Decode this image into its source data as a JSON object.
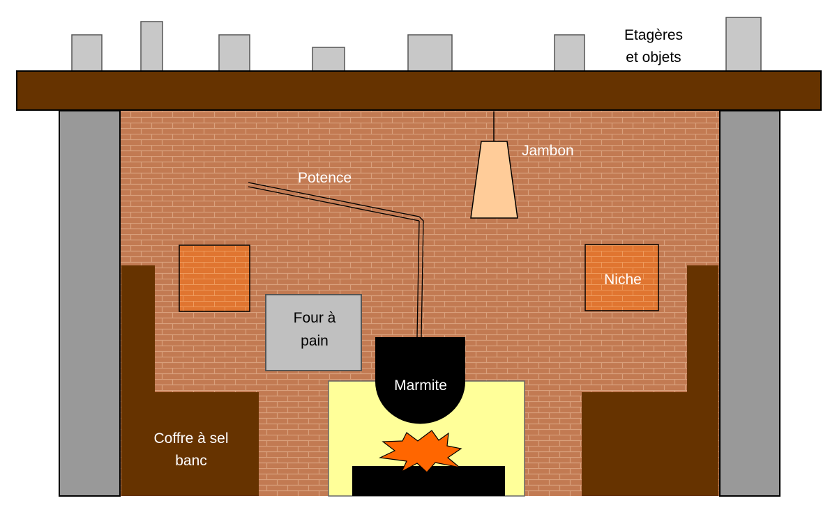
{
  "labels": {
    "shelves": [
      "Etagères",
      "et objets"
    ],
    "ham": "Jambon",
    "pot_hanger": "Potence",
    "niche": "Niche",
    "bread_oven": [
      "Four à",
      "pain"
    ],
    "cauldron": "Marmite",
    "salt_chest": [
      "Coffre à sel",
      "banc"
    ]
  },
  "colors": {
    "mantel": "#663300",
    "brick": "#c27a52",
    "mortar": "#d9a07c",
    "pillar": "#999999",
    "shelf_object": "#c8c8c8",
    "bench": "#663300",
    "niche": "#e07530",
    "oven": "#c0c0c0",
    "hearth": "#ffff99",
    "cauldron": "#000000",
    "flame": "#ff6600",
    "ham": "#ffcc99"
  },
  "icons": [
    "ham-icon",
    "cauldron-icon",
    "flame-icon",
    "pot-hanger-icon"
  ]
}
